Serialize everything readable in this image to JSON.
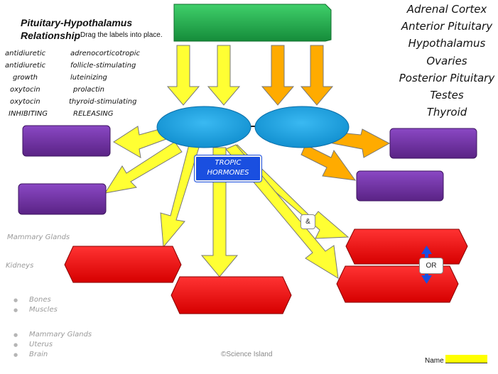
{
  "title": {
    "line1": "Pituitary-Hypothalamus",
    "line2": "Relationship",
    "instructions": "Drag the labels into place."
  },
  "word_bank": {
    "col1": [
      "antidiuretic",
      "antidiuretic",
      "growth",
      "oxytocin",
      "oxytocin",
      "INHIBITING"
    ],
    "col2": [
      "adrenocorticotropic",
      "follicle-stimulating",
      "luteinizing",
      "prolactin",
      "thyroid-stimulating",
      "RELEASING"
    ]
  },
  "organ_labels": [
    "Adrenal Cortex",
    "Anterior Pituitary",
    "Hypothalamus",
    "Ovaries",
    "Posterior Pituitary",
    "Testes",
    "Thyroid"
  ],
  "target_labels": {
    "mammary": "Mammary Glands",
    "kidneys": "Kidneys",
    "list1": [
      "Bones",
      "Muscles"
    ],
    "list2": [
      "Mammary Glands",
      "Uterus",
      "Brain"
    ]
  },
  "center_label": {
    "line1": "TROPIC",
    "line2": "HORMONES"
  },
  "connectors": {
    "and": "&",
    "or": "OR"
  },
  "footer": {
    "copyright": "©Science Island",
    "name_label": "Name"
  },
  "colors": {
    "header_box": "#1fa64a",
    "gland": "#1aa5e6",
    "purple_box": "#6a2d9c",
    "red_box": "#ee1111",
    "yellow_arrow": "#ffff33",
    "orange_arrow": "#ffab00",
    "tropic_box": "#1a4fe0",
    "highlight": "#ffff00"
  },
  "icons": [
    "up-down-arrow-icon"
  ]
}
